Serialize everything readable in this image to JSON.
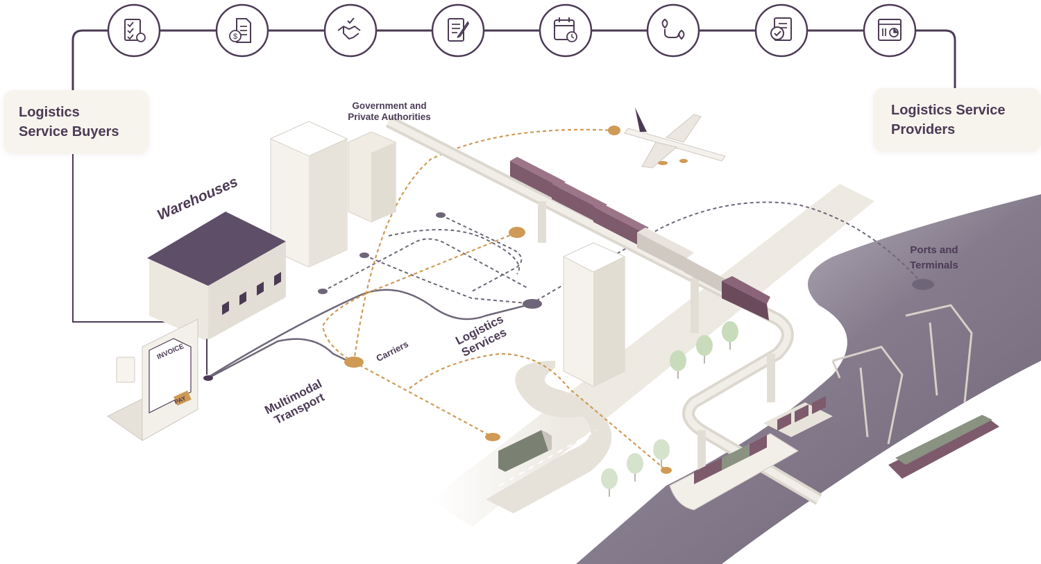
{
  "labels": {
    "buyers": [
      "Logistics",
      "Service Buyers"
    ],
    "providers": [
      "Logistics Service",
      "Providers"
    ],
    "government": [
      "Government and",
      "Private Authorities"
    ],
    "ports": [
      "Ports and",
      "Terminals"
    ],
    "warehouses": "Warehouses",
    "logistics_services": [
      "Logistics",
      "Services"
    ],
    "carriers": "Carriers",
    "multimodal": [
      "Multimodal",
      "Transport"
    ]
  },
  "invoice": {
    "title": "INVOICE",
    "tag": "PAY"
  },
  "process_icons": [
    "checklist-icon",
    "invoice-payment-icon",
    "handshake-icon",
    "contract-signing-icon",
    "calendar-schedule-icon",
    "route-icon",
    "approved-document-icon",
    "dashboard-report-icon"
  ],
  "colors": {
    "primary": "#4b3a55",
    "accent_orange": "#cf9a55",
    "network_gray": "#6e6678",
    "card_bg": "#f7f4ee",
    "train": "#7d5a6c",
    "water": "#6f6478"
  }
}
